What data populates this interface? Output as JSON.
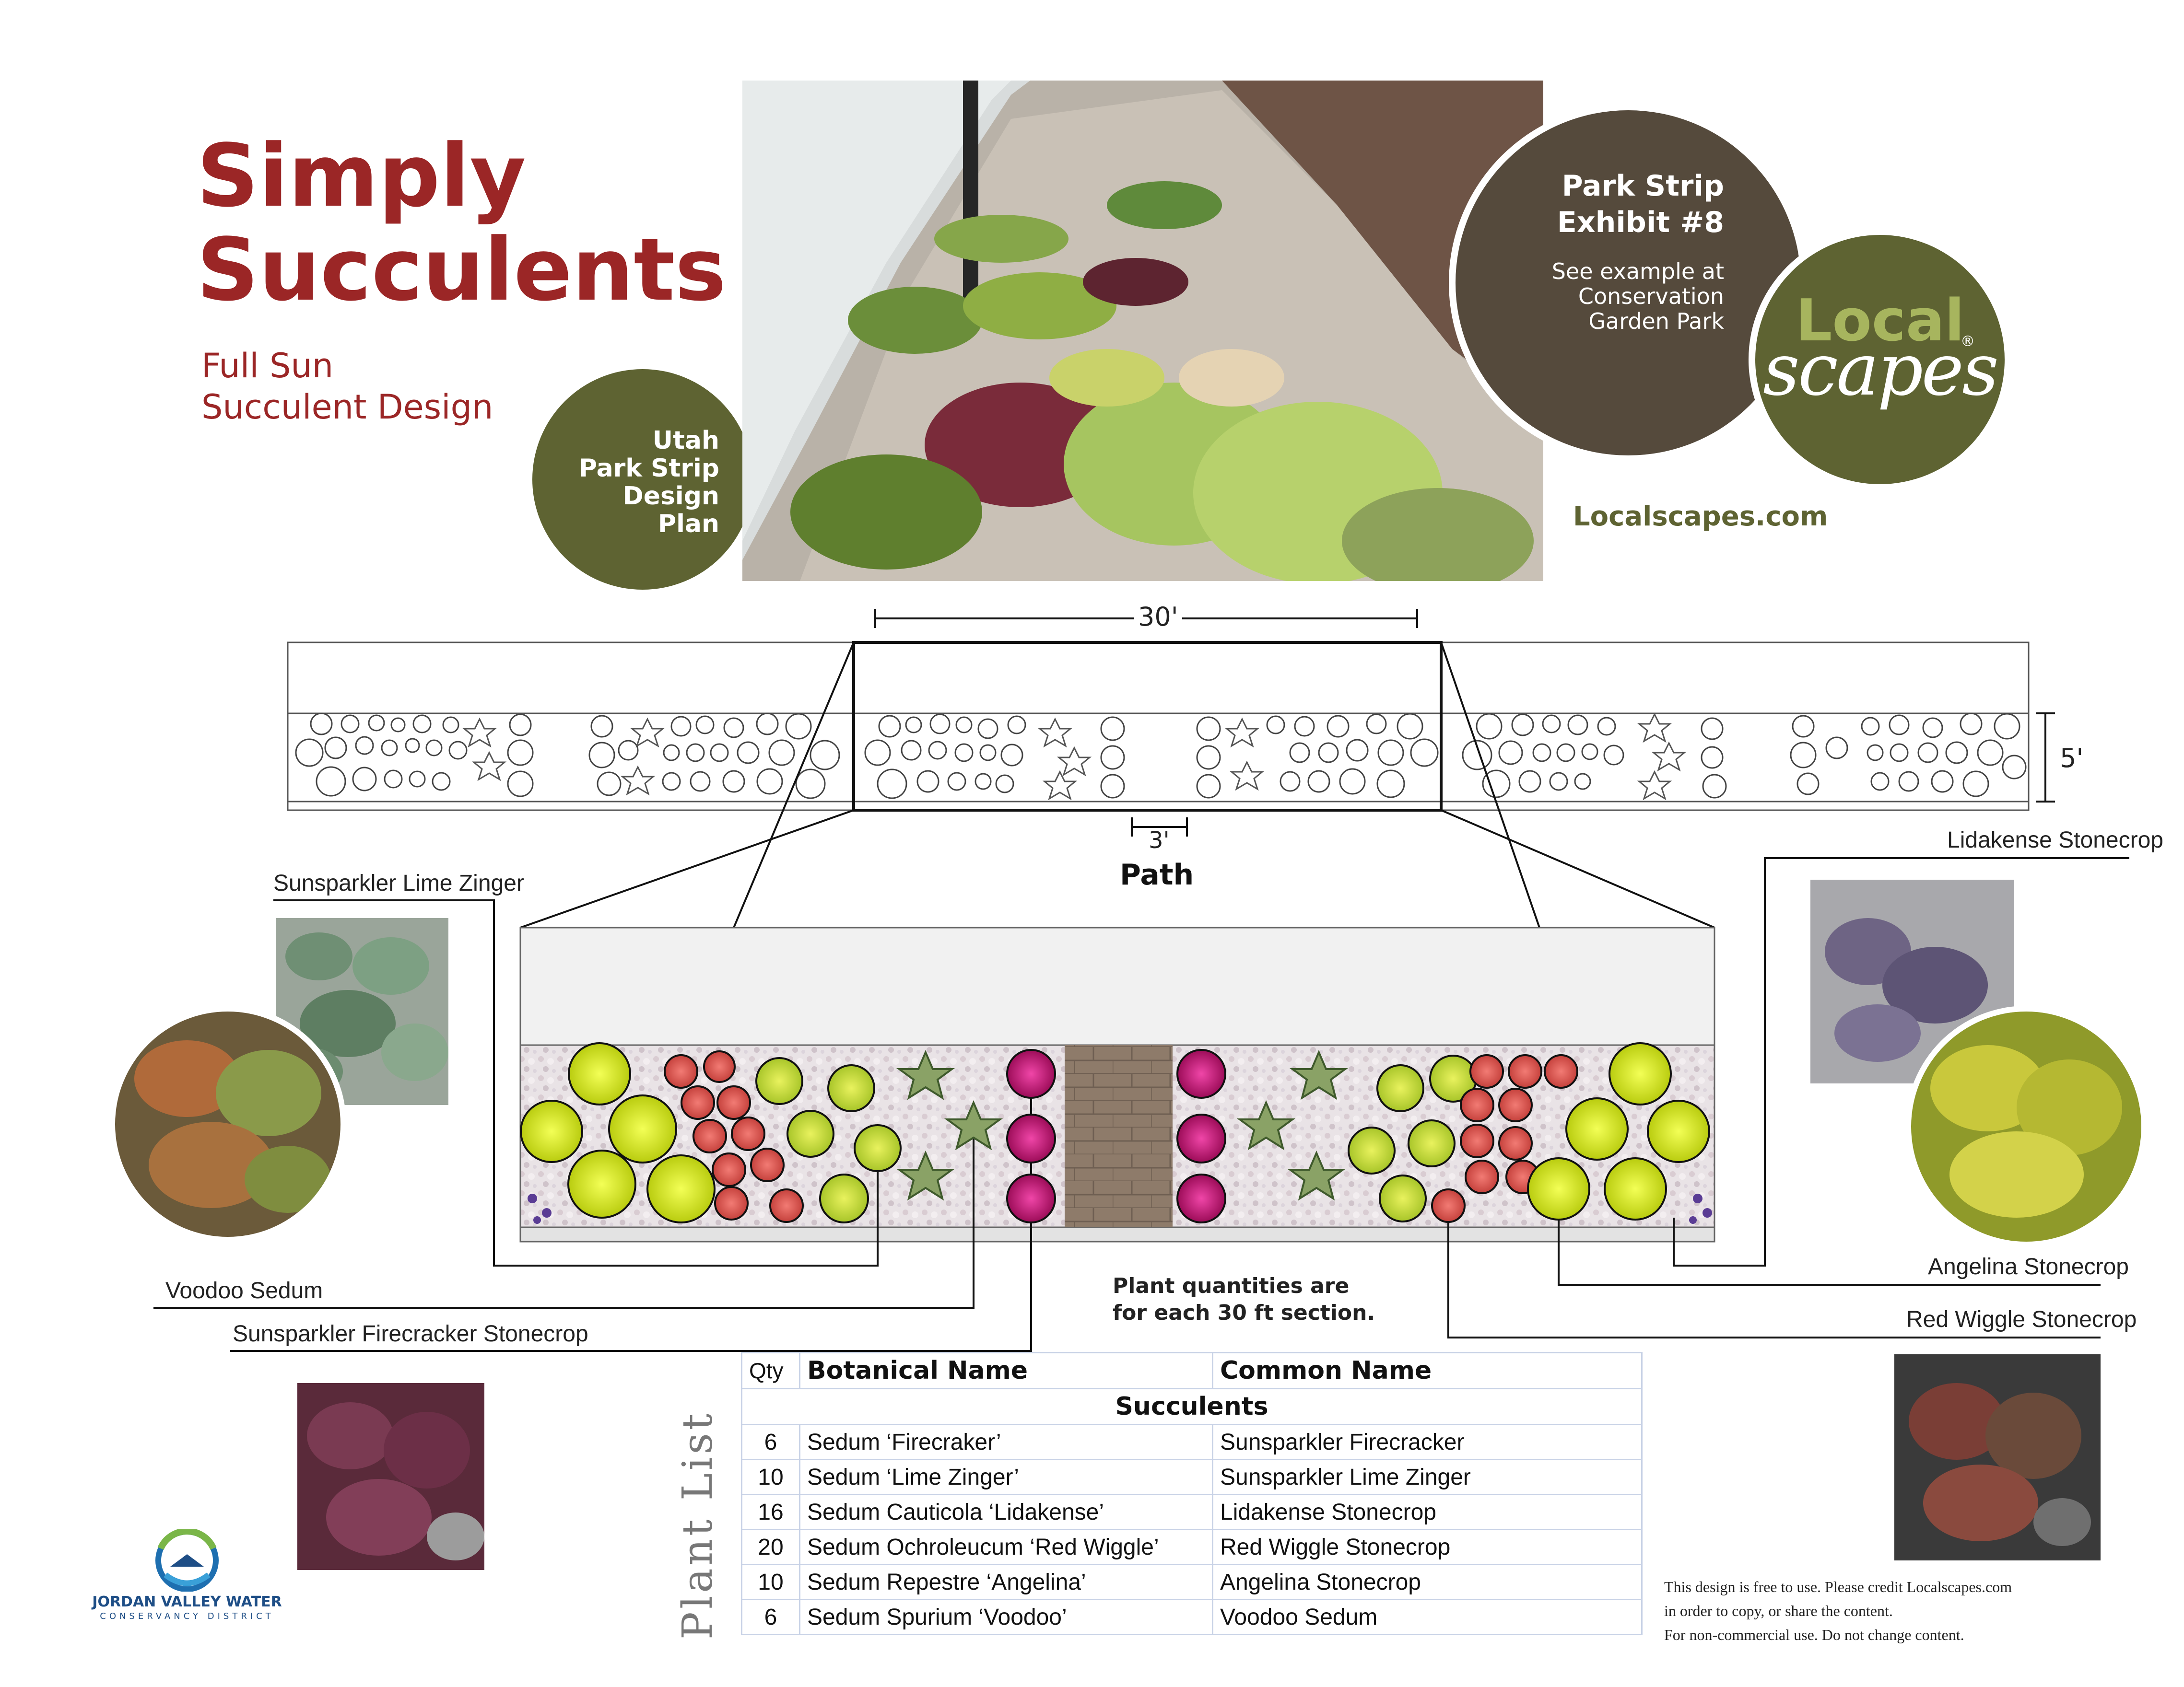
{
  "header": {
    "title_line1": "Simply",
    "title_line2": "Succulents",
    "subtitle_line1": "Full Sun",
    "subtitle_line2": "Succulent Design"
  },
  "badge_utah": [
    "Utah",
    "Park Strip",
    "Design",
    "Plan"
  ],
  "badge_exhibit": {
    "title_line1": "Park Strip",
    "title_line2": "Exhibit #8",
    "note_line1": "See example at",
    "note_line2": "Conservation",
    "note_line3": "Garden Park"
  },
  "logo": {
    "word1": "Local",
    "word2": "scapes",
    "mark": "®"
  },
  "website": "Localscapes.com",
  "dimensions": {
    "section_length": "30'",
    "strip_width": "5'",
    "path_width": "3'",
    "path_label": "Path"
  },
  "plant_labels": {
    "lime_zinger": "Sunsparkler Lime Zinger",
    "voodoo": "Voodoo Sedum",
    "firecracker": "Sunsparkler Firecracker Stonecrop",
    "lidakense": "Lidakense Stonecrop",
    "angelina": "Angelina Stonecrop",
    "red_wiggle": "Red Wiggle Stonecrop"
  },
  "quantity_note": {
    "line1": "Plant quantities are",
    "line2": "for each 30 ft section."
  },
  "plant_list": {
    "side_label": "Plant List",
    "headers": {
      "qty": "Qty",
      "botanical": "Botanical Name",
      "common": "Common Name"
    },
    "section": "Succulents",
    "rows": [
      {
        "qty": "6",
        "botanical": "Sedum ‘Firecraker’",
        "common": "Sunsparkler Firecracker"
      },
      {
        "qty": "10",
        "botanical": "Sedum ‘Lime Zinger’",
        "common": "Sunsparkler Lime Zinger"
      },
      {
        "qty": "16",
        "botanical": "Sedum Cauticola ‘Lidakense’",
        "common": "Lidakense Stonecrop"
      },
      {
        "qty": "20",
        "botanical": "Sedum Ochroleucum ‘Red Wiggle’",
        "common": "Red Wiggle Stonecrop"
      },
      {
        "qty": "10",
        "botanical": "Sedum Repestre ‘Angelina’",
        "common": "Angelina Stonecrop"
      },
      {
        "qty": "6",
        "botanical": "Sedum Spurium ‘Voodoo’",
        "common": "Voodoo Sedum"
      }
    ]
  },
  "credit": {
    "line1": "This design is free to use. Please credit Localscapes.com",
    "line2": "in order to copy, or share the content.",
    "line3": "For non-commercial use. Do not change content."
  },
  "sponsor": {
    "name": "JORDAN VALLEY WATER",
    "sub": "CONSERVANCY DISTRICT"
  },
  "colors": {
    "title_red": "#9b2626",
    "olive": "#5e6332",
    "brown": "#554a3c",
    "lime_plant": "#d8e61f",
    "red_plant": "#d9534f",
    "magenta_plant": "#c0136f",
    "path_brown": "#8e7b6a"
  }
}
